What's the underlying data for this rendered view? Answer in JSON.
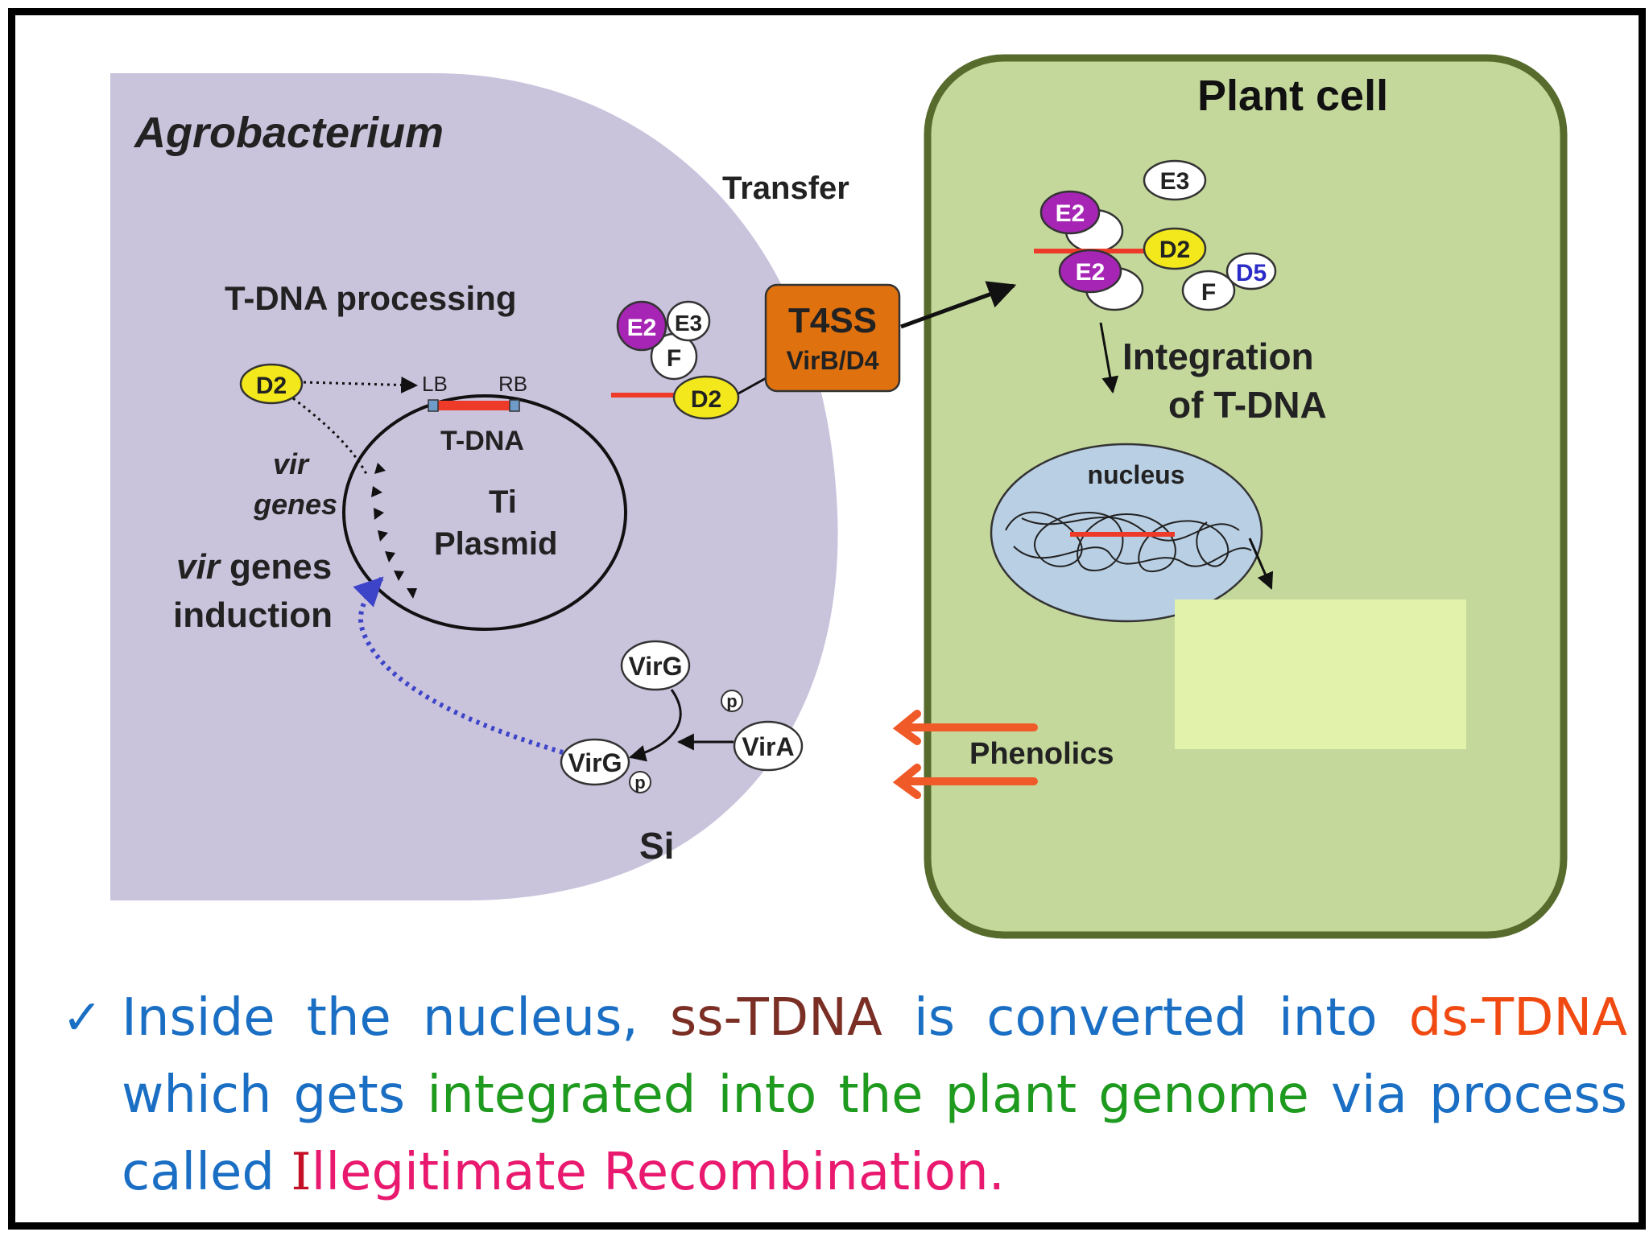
{
  "diagram": {
    "agro_label": "Agrobacterium",
    "transfer_label": "Transfer",
    "plant_cell_label": "Plant cell",
    "tdna_processing_label": "T-DNA processing",
    "lb_label": "LB",
    "rb_label": "RB",
    "tdna_label": "T-DNA",
    "vir_genes_italic_1": "vir",
    "vir_genes_italic_2": "genes",
    "ti_label": "Ti",
    "plasmid_label": "Plasmid",
    "vir_genes_induction_vir": "vir",
    "vir_genes_induction_genes": " genes",
    "vir_genes_induction_induction": "induction",
    "t4ss_label": "T4SS",
    "virb_d4_label": "VirB/D4",
    "integration_label_1": "Integration",
    "integration_label_2": "of T-DNA",
    "nucleus_label": "nucleus",
    "phenolics_label": "Phenolics",
    "signal_partial": "Si",
    "proteins": {
      "d2": "D2",
      "e2": "E2",
      "e3": "E3",
      "f": "F",
      "d5": "D5",
      "virg": "VirG",
      "vira": "VirA",
      "p": "p"
    }
  },
  "caption": {
    "check": "✓",
    "line1": {
      "a": "Inside the nucleus, ",
      "b": "ss-TDNA",
      "c": " is converted into ",
      "d": "ds-TDNA"
    },
    "line2": {
      "a": "which gets ",
      "b": "integrated into the plant genome",
      "c": " via process"
    },
    "line3": {
      "a": "called ",
      "b": "I",
      "c": "llegitimate Recombination."
    }
  },
  "colors": {
    "agro_fill": "#c9c3dc",
    "plant_fill": "#c5d89c",
    "plant_border": "#566b2c",
    "t4ss_fill": "#e0710f",
    "d2_fill": "#f2e81c",
    "e2_fill": "#a625b5",
    "tdna_red": "#ee3a28",
    "nucleus_fill": "#b9cfe4",
    "phenolics_arrow": "#f05a28",
    "signal_dots": "#3d44c8",
    "blank_box": "#e3f2aa",
    "caption_blue": "#1a6fc4"
  }
}
